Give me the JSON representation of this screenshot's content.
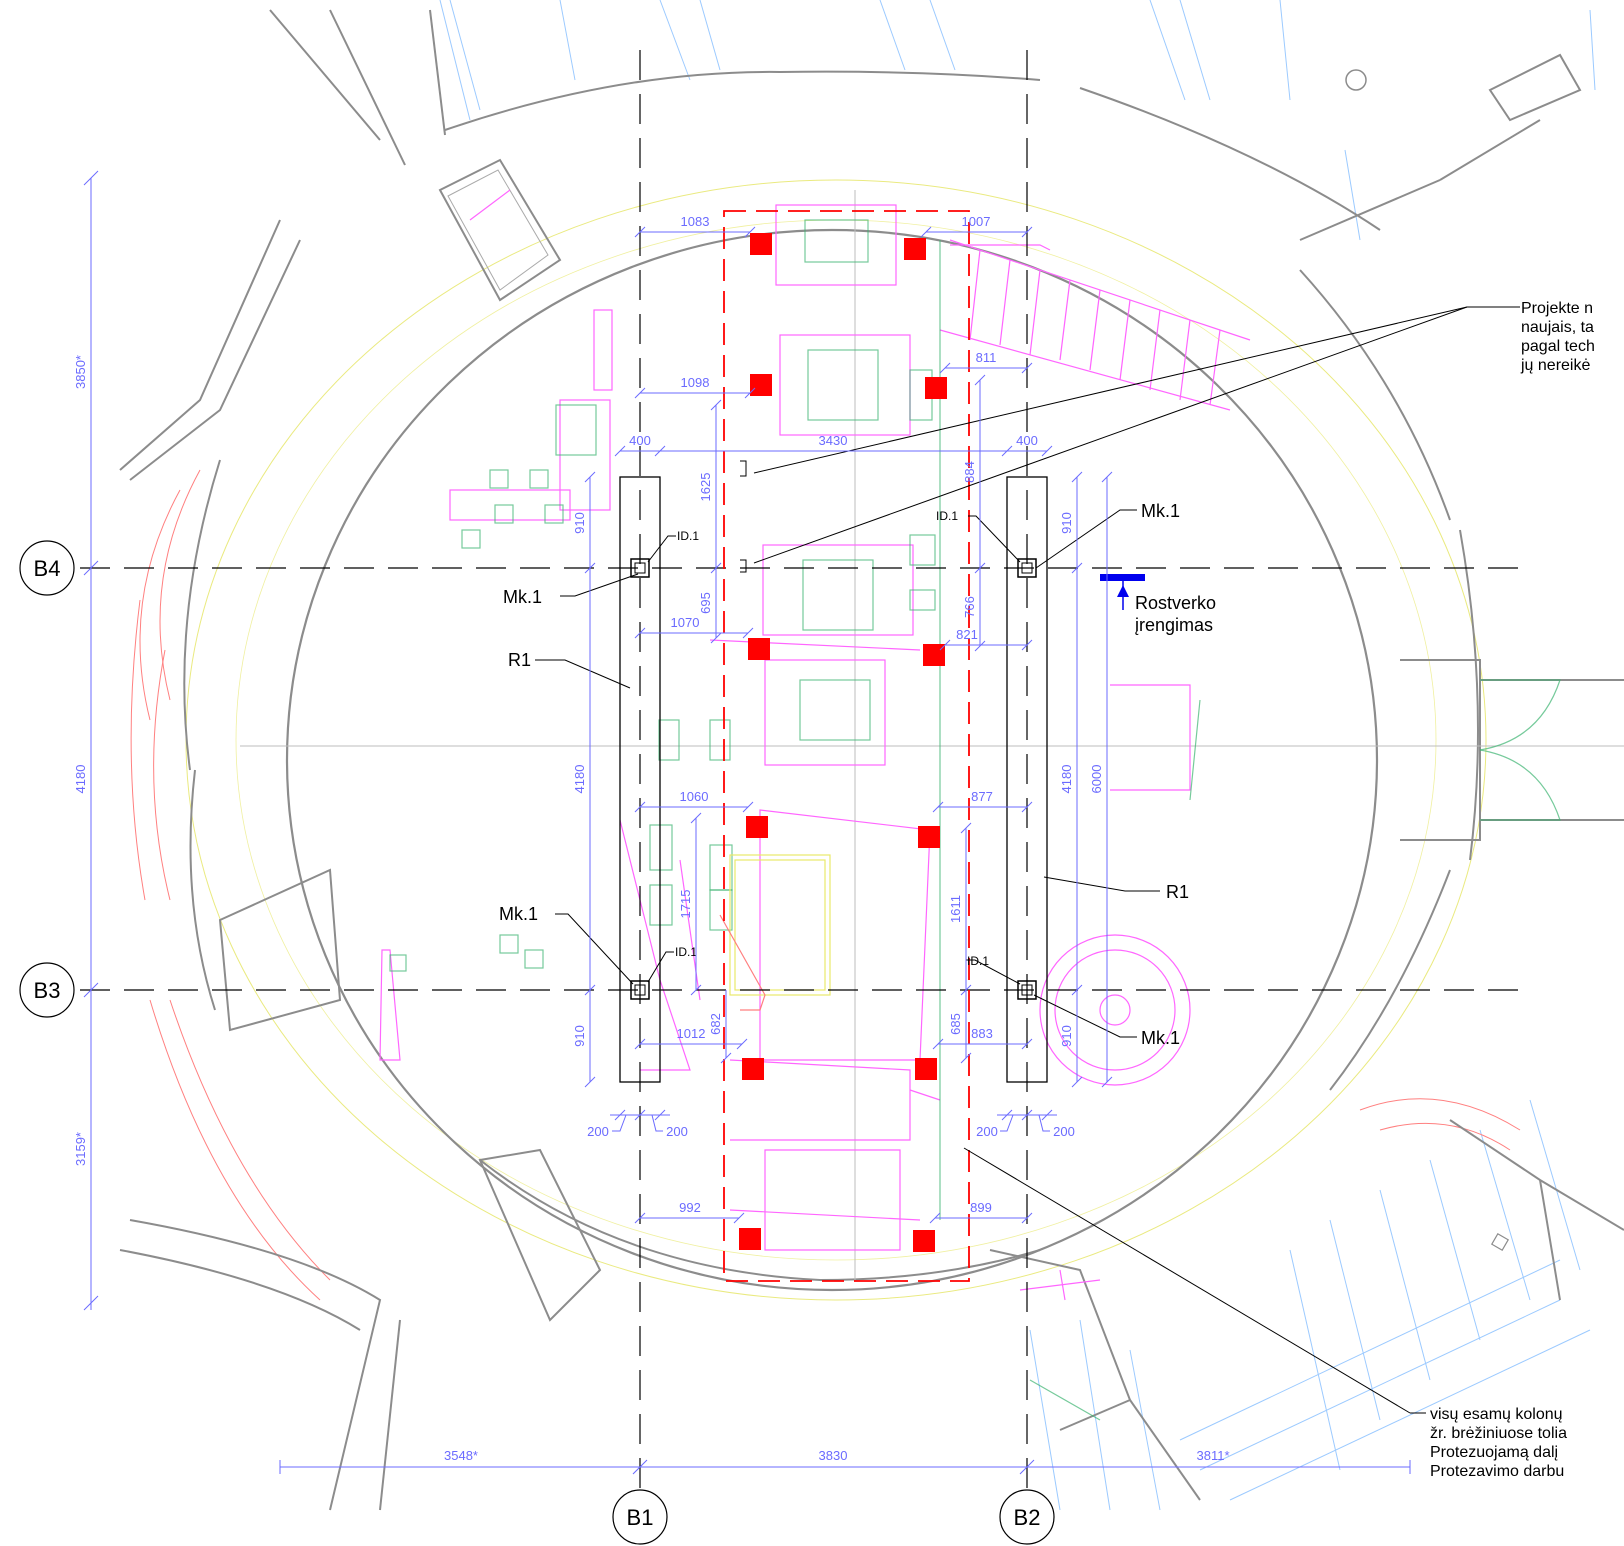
{
  "axes": {
    "b4": "B4",
    "b3": "B3",
    "b1": "B1",
    "b2": "B2"
  },
  "labels": {
    "mk1": "Mk.1",
    "id1": "ID.1",
    "r1": "R1",
    "rostverko_1": "Rostverko",
    "rostverko_2": "įrengimas"
  },
  "notes": {
    "top": [
      "Projekte n",
      "naujais, ta",
      "pagal tech",
      "jų nereikė"
    ],
    "bottom": [
      "visų esamų kolonų",
      "žr. brėžiniuose tolia",
      "Protezuojamą dalį",
      "Protezavimo darbu"
    ]
  },
  "dims": {
    "d1083": "1083",
    "d1007": "1007",
    "d811": "811",
    "d1098": "1098",
    "d400a": "400",
    "d3430": "3430",
    "d400b": "400",
    "d1625": "1625",
    "d884": "884",
    "d910a": "910",
    "d910b": "910",
    "d695": "695",
    "d1070": "1070",
    "d766": "766",
    "d821": "821",
    "d1060": "1060",
    "d877": "877",
    "d4180a": "4180",
    "d4180b": "4180",
    "d4180c": "4180",
    "d6000": "6000",
    "d3850": "3850*",
    "d1715": "1715",
    "d1611": "1611",
    "d910c": "910",
    "d1012": "1012",
    "d682": "682",
    "d685": "685",
    "d883": "883",
    "d910d": "910",
    "d3159": "3159*",
    "d200a": "200",
    "d200b": "200",
    "d200c": "200",
    "d200d": "200",
    "d992": "992",
    "d899": "899",
    "d3548": "3548*",
    "d3830": "3830",
    "d3811": "3811*"
  },
  "colors": {
    "structure": "#8c8c8c",
    "pink": "#ff66ff",
    "green": "#3cb371",
    "red_marker": "#ff0000",
    "dimension": "#6b6bff",
    "light_blue": "#8ec5ff",
    "yellow": "#e8e86a",
    "salmon": "#ff7f7f",
    "arrow_blue": "#0000ee"
  }
}
